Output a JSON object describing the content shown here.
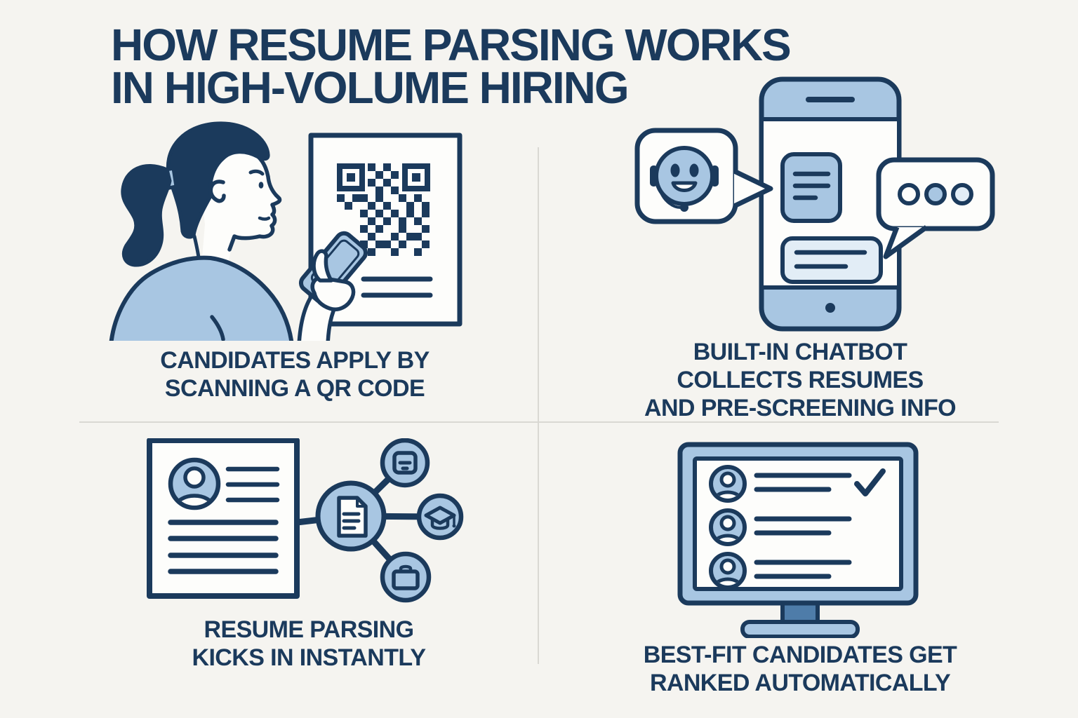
{
  "palette": {
    "background": "#f5f4f0",
    "ink": "#1b3a5c",
    "accent_light_blue": "#a8c6e2",
    "accent_pale_blue": "#e2edf6",
    "accent_medium_blue": "#4e7ca9",
    "paper_white": "#fdfdfb",
    "divider": "#d9d8d3"
  },
  "title": {
    "line1": "HOW RESUME PARSING WORKS",
    "line2": "IN HIGH-VOLUME HIRING"
  },
  "steps": [
    {
      "id": "scan-qr",
      "illustration": "woman-scanning-qr-poster",
      "icons": [
        "woman-with-ponytail",
        "smartphone-in-hand",
        "qr-code-poster"
      ],
      "caption_lines": [
        "CANDIDATES APPLY BY",
        "SCANNING A QR CODE"
      ]
    },
    {
      "id": "chatbot",
      "illustration": "phone-with-chatbot",
      "icons": [
        "robot-chat-bubble",
        "smartphone-chat-screen",
        "typing-dots-bubble"
      ],
      "caption_lines": [
        "BUILT-IN CHATBOT",
        "COLLECTS RESUMES",
        "AND PRE-SCREENING INFO"
      ]
    },
    {
      "id": "parsing",
      "illustration": "resume-parsing-network",
      "icons": [
        "resume-document",
        "profile-avatar",
        "parsed-document-node",
        "id-badge-node",
        "graduation-cap-node",
        "briefcase-node"
      ],
      "caption_lines": [
        "RESUME PARSING",
        "KICKS IN INSTANTLY"
      ]
    },
    {
      "id": "ranking",
      "illustration": "ranked-candidates-monitor",
      "icons": [
        "desktop-monitor",
        "candidate-avatar-list",
        "checkmark"
      ],
      "caption_lines": [
        "BEST-FIT CANDIDATES GET",
        "RANKED AUTOMATICALLY"
      ]
    }
  ]
}
